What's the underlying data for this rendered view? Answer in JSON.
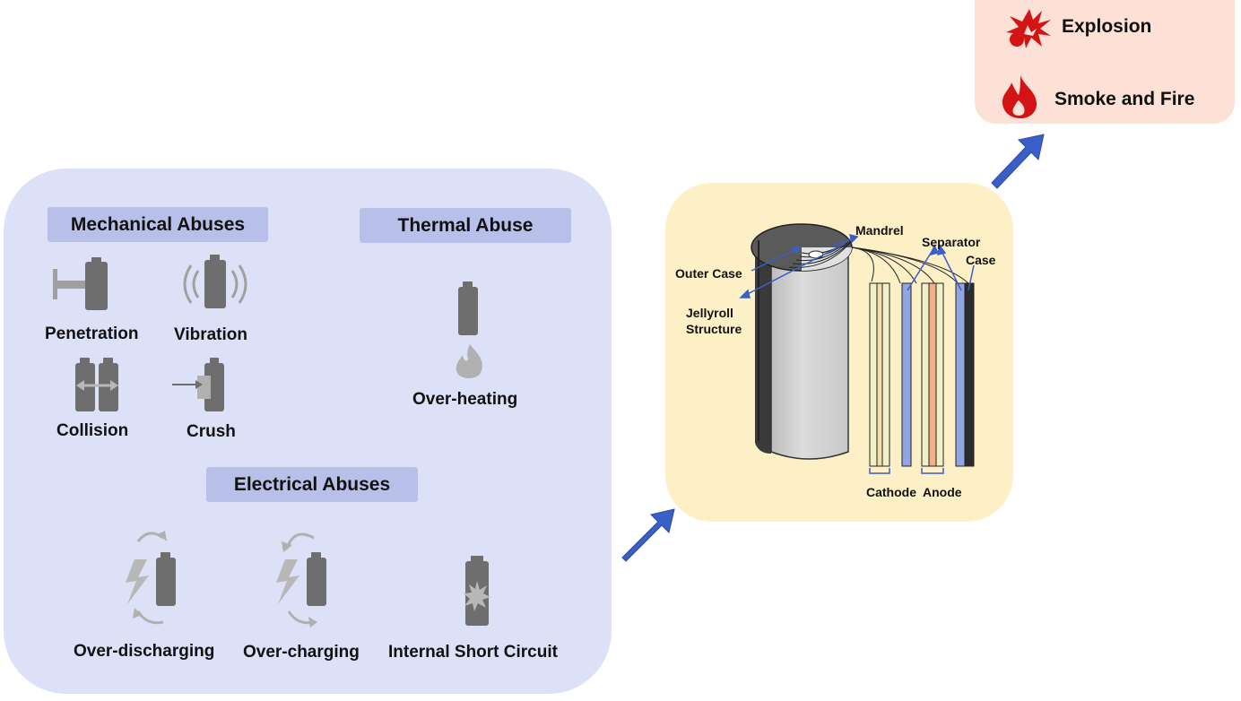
{
  "mechanical": {
    "title": "Mechanical Abuses",
    "items": [
      "Penetration",
      "Vibration",
      "Collision",
      "Crush"
    ]
  },
  "thermal": {
    "title": "Thermal Abuse",
    "items": [
      "Over-heating"
    ]
  },
  "electrical": {
    "title": "Electrical Abuses",
    "items": [
      "Over-discharging",
      "Over-charging",
      "Internal Short Circuit"
    ]
  },
  "cell_structure": {
    "labels": {
      "mandrel": "Mandrel",
      "outer_case": "Outer Case",
      "jellyroll_line1": "Jellyroll",
      "jellyroll_line2": "Structure",
      "separator": "Separator",
      "case": "Case",
      "cathode": "Cathode",
      "anode": "Anode"
    }
  },
  "outcomes": [
    "Explosion",
    "Smoke and Fire"
  ],
  "colors": {
    "abuse_panel": "#dde1f7",
    "section_pill": "#b8c0ea",
    "cell_panel": "#fdefc6",
    "outcome_panel": "#fde0d6",
    "arrow": "#3a5fc8",
    "icon_gray": "#6e6e6e",
    "danger_red": "#d41414"
  }
}
